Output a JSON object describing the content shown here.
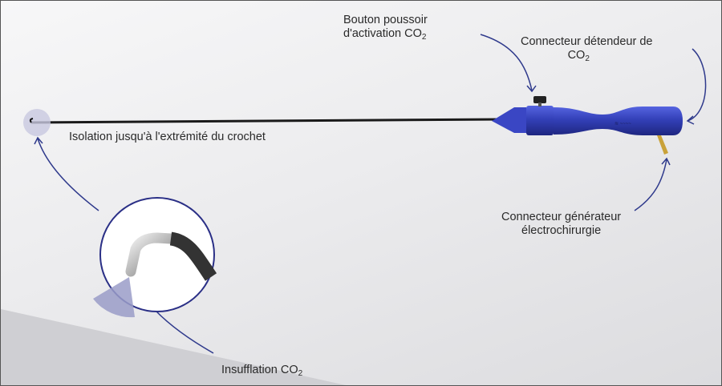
{
  "labels": {
    "button": {
      "line1": "Bouton poussoir",
      "line2": "d'activation CO",
      "sub": "2"
    },
    "regulator": {
      "line1": "Connecteur détendeur de",
      "line2": "CO",
      "sub": "2"
    },
    "isolation": "Isolation jusqu'à l'extrémité du crochet",
    "generator": {
      "line1": "Connecteur générateur",
      "line2": "électrochirurgie"
    },
    "insufflation": {
      "text": "Insufflation CO",
      "sub": "2"
    }
  },
  "colors": {
    "handle": "#3340b8",
    "arrow": "#2f3a8c",
    "circle": "#2a2f86",
    "connector": "#c9a23a"
  }
}
